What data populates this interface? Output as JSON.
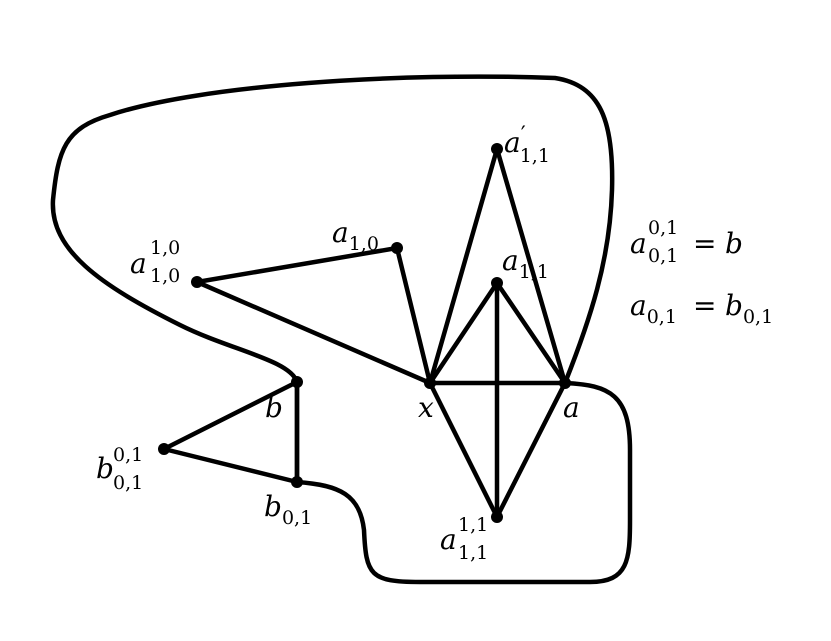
{
  "diagram": {
    "nodes": {
      "x": {
        "main": "x"
      },
      "a": {
        "main": "a"
      },
      "a10": {
        "main": "a",
        "sub": "1,0"
      },
      "a10_10": {
        "main": "a",
        "sub": "1,0",
        "sup": "1,0"
      },
      "a11p": {
        "main": "a",
        "prime": "′",
        "sub": "1,1"
      },
      "a11": {
        "main": "a",
        "sub": "1,1"
      },
      "a11_11": {
        "main": "a",
        "sub": "1,1",
        "sup": "1,1"
      },
      "b": {
        "main": "b"
      },
      "b01": {
        "main": "b",
        "sub": "0,1"
      },
      "b01_01": {
        "main": "b",
        "sub": "0,1",
        "sup": "0,1"
      }
    },
    "equations": {
      "eq1": {
        "lhs_main": "a",
        "lhs_sub": "0,1",
        "lhs_sup": "0,1",
        "eq": "=",
        "rhs_main": "b"
      },
      "eq2": {
        "lhs_main": "a",
        "lhs_sub": "0,1",
        "eq": "=",
        "rhs_main": "b",
        "rhs_sub": "0,1"
      }
    },
    "edges": [
      [
        "a10_10",
        "a10"
      ],
      [
        "a10_10",
        "x"
      ],
      [
        "a10",
        "x"
      ],
      [
        "x",
        "a11p"
      ],
      [
        "a11p",
        "a"
      ],
      [
        "x",
        "a11"
      ],
      [
        "a11",
        "a"
      ],
      [
        "a11",
        "a11_11"
      ],
      [
        "x",
        "a"
      ],
      [
        "x",
        "a11_11"
      ],
      [
        "a",
        "a11_11"
      ],
      [
        "b",
        "b01"
      ],
      [
        "b",
        "b01_01"
      ],
      [
        "b01_01",
        "b01"
      ]
    ]
  }
}
